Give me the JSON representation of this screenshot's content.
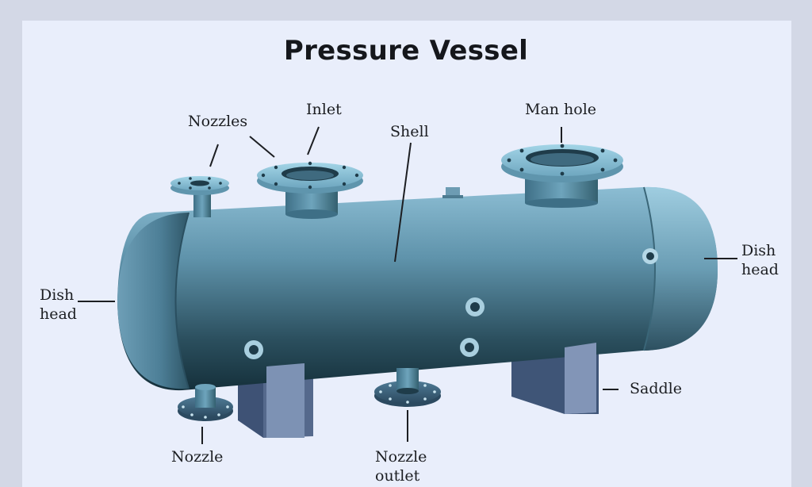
{
  "title": "Pressure Vessel",
  "labels": {
    "nozzles": "Nozzles",
    "inlet": "Inlet",
    "shell": "Shell",
    "man_hole": "Man hole",
    "dish_head_left": [
      "Dish",
      "head"
    ],
    "dish_head_right": [
      "Dish",
      "head"
    ],
    "saddle": "Saddle",
    "nozzle": "Nozzle",
    "nozzle_outlet": [
      "Nozzle",
      "outlet"
    ]
  },
  "colors": {
    "background": "#d3d8e6",
    "panel": "#e9eefb",
    "shell_light": "#7fb0c8",
    "shell_dark": "#1c3b48",
    "flange": "#8ec3d7",
    "saddle": "#6d82a4"
  }
}
